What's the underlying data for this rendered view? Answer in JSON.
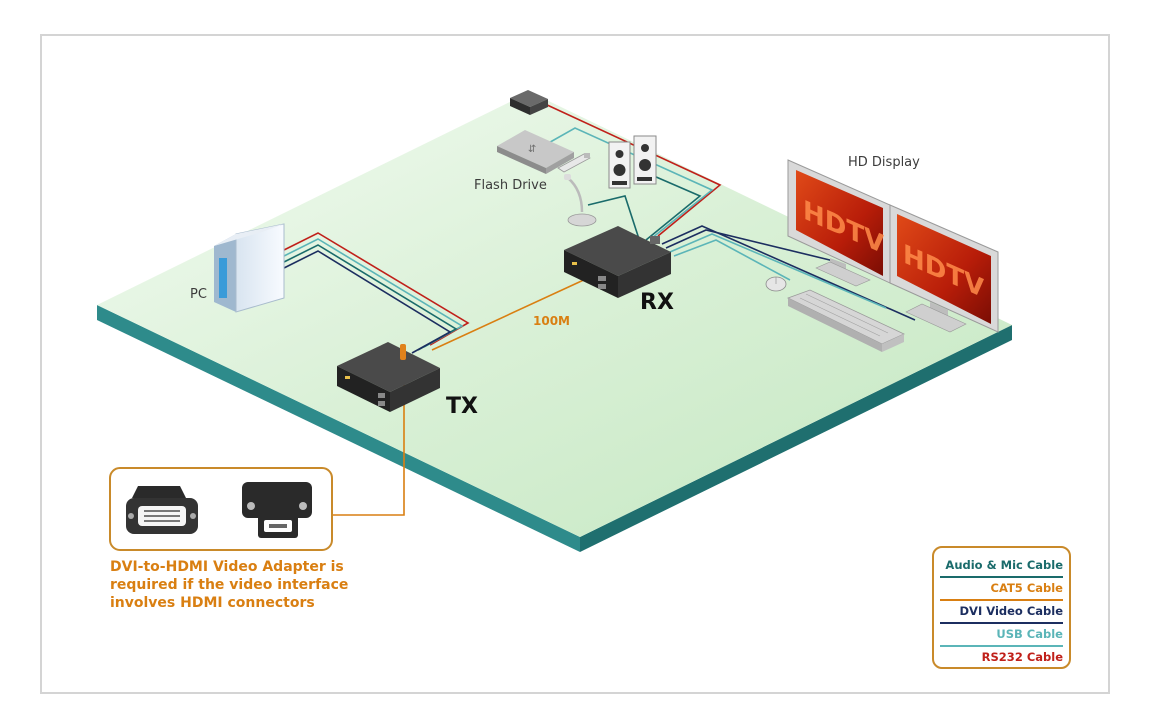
{
  "labels": {
    "hd_display": "HD Display",
    "flash_drive": "Flash Drive",
    "pc": "PC",
    "rx": "RX",
    "tx": "TX",
    "link_speed": "100M",
    "screen_text": "HDTV"
  },
  "adapter_note": {
    "line1": "DVI-to-HDMI Video Adapter is",
    "line2": "required if the video interface",
    "line3": "involves HDMI connectors"
  },
  "legend": {
    "items": [
      {
        "label": "Audio & Mic Cable",
        "color": "#1a6b6b"
      },
      {
        "label": "CAT5 Cable",
        "color": "#d97f12"
      },
      {
        "label": "DVI Video Cable",
        "color": "#1c2e60"
      },
      {
        "label": "USB Cable",
        "color": "#5bb5b8"
      },
      {
        "label": "RS232 Cable",
        "color": "#c0201a"
      }
    ]
  },
  "colors": {
    "platform_top": "#d8f0d4",
    "platform_edge": "#1f7070",
    "cat5": "#d97f12",
    "audio": "#1a6b6b",
    "dvi": "#1c2e60",
    "usb": "#5bb5b8",
    "rs232": "#c0201a",
    "screen": "#b01c08"
  }
}
